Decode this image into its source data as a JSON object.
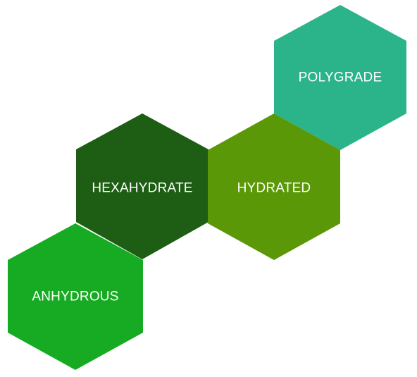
{
  "hexagons": [
    {
      "id": "anhydrous",
      "label": "ANHYDROUS",
      "color": "#16ab22"
    },
    {
      "id": "hexahydrate",
      "label": "HEXAHYDRATE",
      "color": "#1e5e14"
    },
    {
      "id": "hydrated",
      "label": "HYDRATED",
      "color": "#5a9807"
    },
    {
      "id": "polygrade",
      "label": "POLYGRADE",
      "color": "#2bb38a"
    }
  ]
}
